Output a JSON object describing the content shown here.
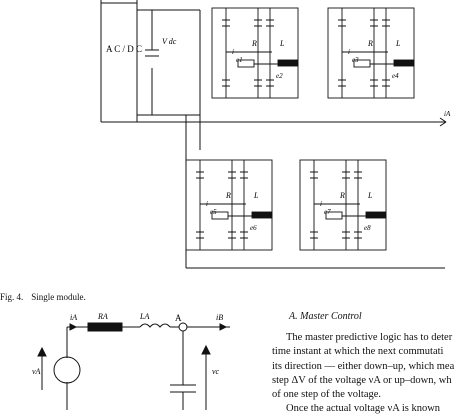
{
  "figure": {
    "caption_label": "Fig. 4.",
    "caption_text": "Single module.",
    "converter_label": "A C / D C",
    "vdc_label": "V dc",
    "top_modules": [
      {
        "R": "R",
        "L": "L",
        "e_main": "e1",
        "e_aux": "e2",
        "i": "i"
      },
      {
        "R": "R",
        "L": "L",
        "e_main": "e3",
        "e_aux": "e4",
        "i": "i"
      }
    ],
    "bottom_modules": [
      {
        "R": "R",
        "L": "L",
        "e_main": "e5",
        "e_aux": "e6",
        "i": "i"
      },
      {
        "R": "R",
        "L": "L",
        "e_main": "e7",
        "e_aux": "e8",
        "i": "i"
      }
    ],
    "output_current": "iA",
    "equivalent_circuit": {
      "i_left": "iA",
      "R": "RA",
      "L": "LA",
      "node": "A",
      "i_right": "iB",
      "source": "vA",
      "cap_voltage": "vc"
    }
  },
  "section": {
    "title": "A.  Master Control",
    "lines": [
      "The master predictive logic has to deter",
      "time instant at which the next commutati",
      "its direction — either down–up, which mea",
      "step ΔV of the voltage νA or up–down, wh",
      "of one step of the voltage.",
      "Once the actual voltage νA is known"
    ]
  }
}
